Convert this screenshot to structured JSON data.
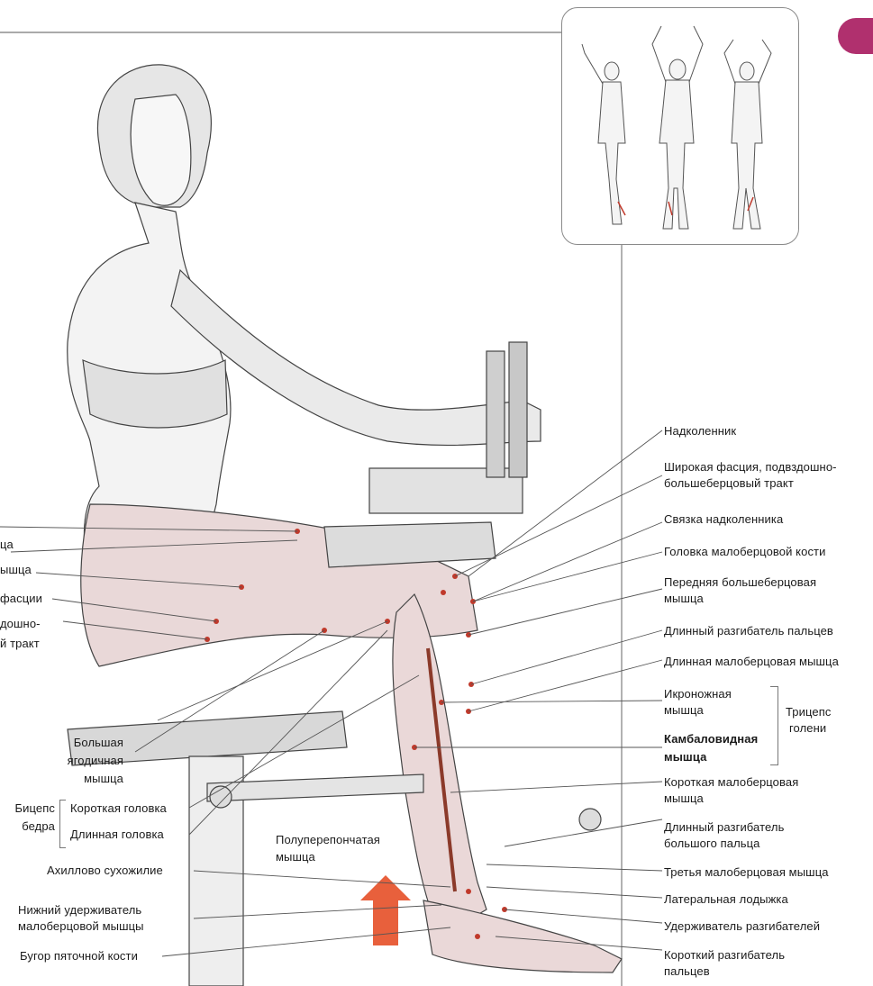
{
  "labels_right": {
    "patella": "Надколенник",
    "fascia_line1": "Широкая фасция, подвздошно-",
    "fascia_line2": "большеберцовый тракт",
    "patellar_ligament": "Связка надколенника",
    "fibula_head": "Головка малоберцовой кости",
    "tibialis_anterior_line1": "Передняя большеберцовая",
    "tibialis_anterior_line2": "мышца",
    "extensor_digitorum_longus": "Длинный разгибатель пальцев",
    "peroneus_longus": "Длинная малоберцовая мышца",
    "gastrocnemius_line1": "Икроножная",
    "gastrocnemius_line2": "мышца",
    "triceps_surae_line1": "Трицепс",
    "triceps_surae_line2": "голени",
    "soleus_line1": "Камбаловидная",
    "soleus_line2": "мышца",
    "peroneus_brevis_line1": "Короткая малоберцовая",
    "peroneus_brevis_line2": "мышца",
    "extensor_hallucis_line1": "Длинный разгибатель",
    "extensor_hallucis_line2": "большого пальца",
    "peroneus_tertius": "Третья малоберцовая мышца",
    "lateral_malleolus": "Латеральная лодыжка",
    "extensor_retinaculum": "Удерживатель разгибателей",
    "extensor_digitorum_brevis_line1": "Короткий разгибатель",
    "extensor_digitorum_brevis_line2": "пальцев"
  },
  "labels_left_cut": {
    "cut1": "ца",
    "cut2": "ышца",
    "cut3": "фасции",
    "cut4": "дошно-",
    "cut5": "й тракт"
  },
  "labels_left": {
    "gluteus_line1": "Большая",
    "gluteus_line2": "ягодичная",
    "gluteus_line3": "мышца",
    "biceps_line1": "Бицепс",
    "biceps_line2": "бедра",
    "short_head": "Короткая головка",
    "long_head": "Длинная головка",
    "semimembranosus_line1": "Полуперепончатая",
    "semimembranosus_line2": "мышца",
    "achilles": "Ахиллово сухожилие",
    "inferior_retinaculum_line1": "Нижний удерживатель",
    "inferior_retinaculum_line2": "малоберцовой мышцы",
    "calcaneal_tuber": "Бугор пяточной кости"
  },
  "colors": {
    "accent_tab": "#b0306e",
    "arrow": "#e8603c",
    "muscle_dot": "#c0392b"
  },
  "icons": {
    "movement_arrow": "up-arrow-icon",
    "inset_figures": "anatomy-figures-icon"
  }
}
